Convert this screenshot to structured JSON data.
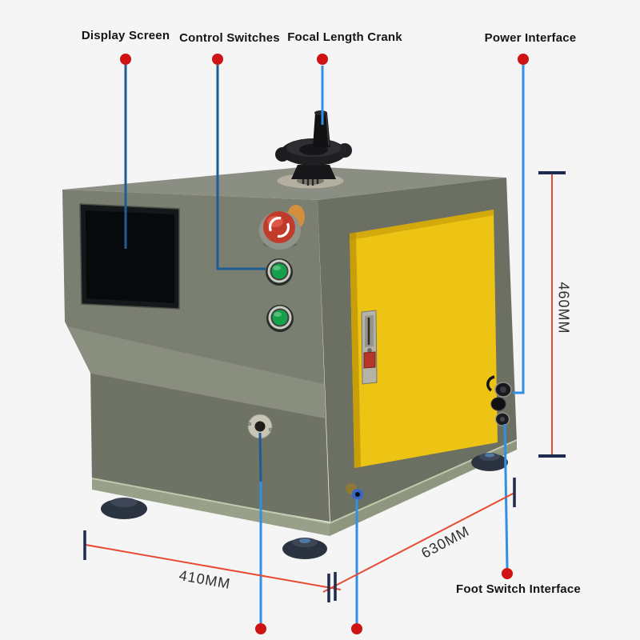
{
  "callouts": {
    "display_screen": {
      "label": "Display Screen"
    },
    "control_switches": {
      "label": "Control Switches"
    },
    "focal_length_crank": {
      "label": "Focal Length Crank"
    },
    "power_interface": {
      "label": "Power Interface"
    },
    "foot_switch_interface": {
      "label": "Foot Switch Interface"
    }
  },
  "dimensions": {
    "height": {
      "label": "460MM"
    },
    "depth": {
      "label": "630MM"
    },
    "width": {
      "label": "410MM"
    }
  },
  "colors": {
    "background": "#f5f5f6",
    "callout_line_dark": "#1d5c97",
    "callout_line_bright": "#2f90e4",
    "callout_dot": "#cf1312",
    "dimension_line": "#e84a33",
    "dimension_cap": "#1c2b4e",
    "machine_top": "#8b8f83",
    "machine_front": "#7b7f71",
    "machine_front_lower": "#6f7366",
    "machine_band": "#8a8e7e",
    "machine_side": "#6c7063",
    "base_plate": "#99a089",
    "base_plate_side": "#8f967f",
    "foot": "#2c3340",
    "screen": "#07090a",
    "door": "#edc414",
    "estop_red": "#c23a29",
    "button_green": "#15a04b"
  }
}
